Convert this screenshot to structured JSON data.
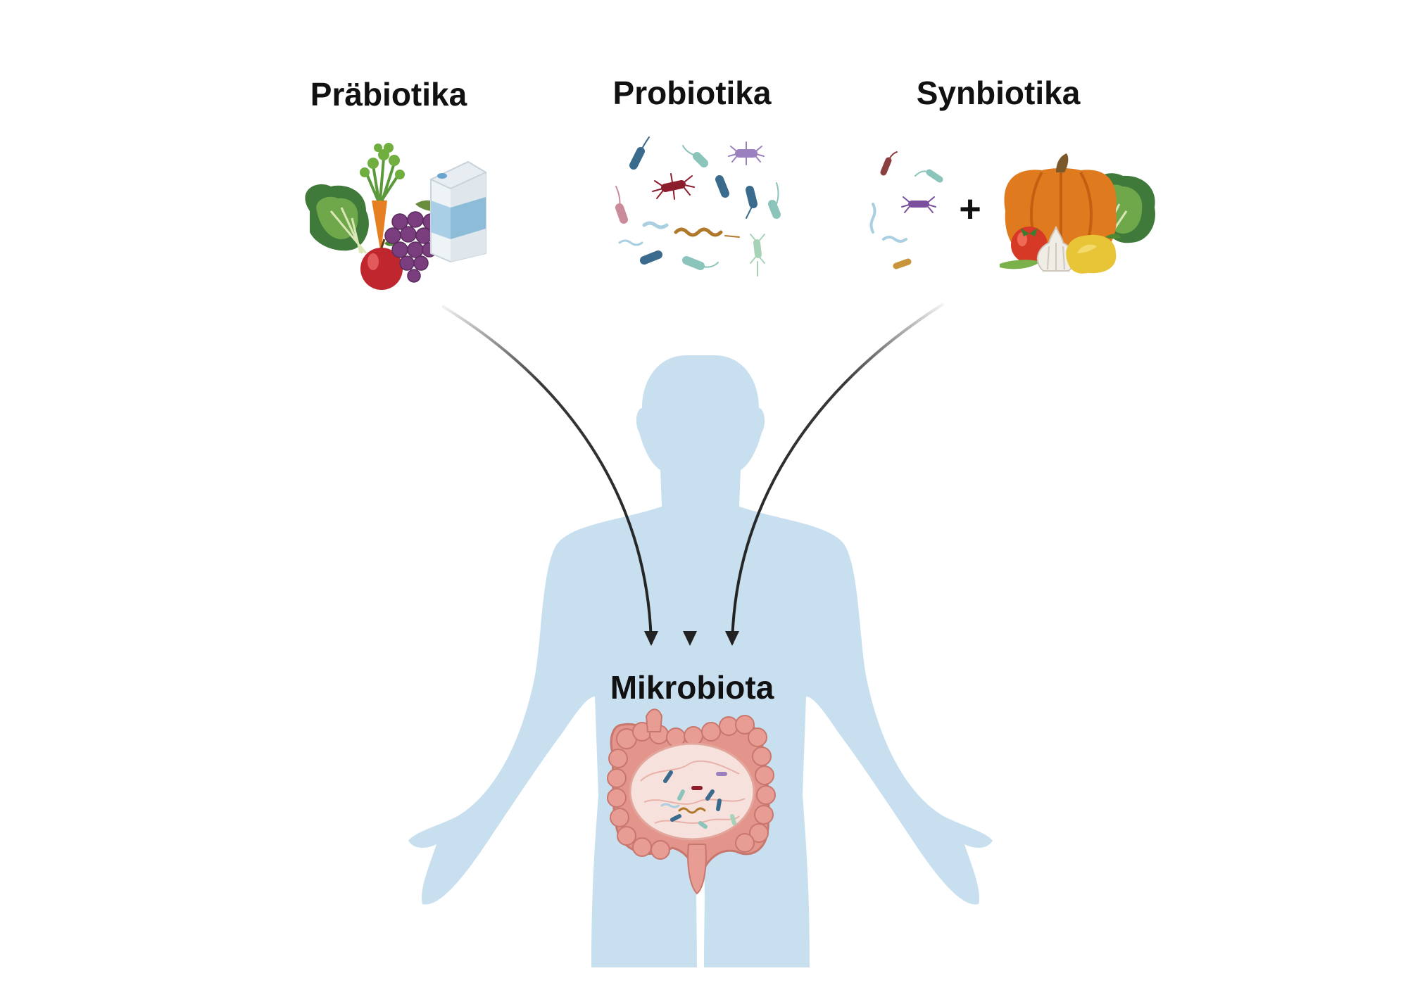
{
  "labels": {
    "prebiotics": "Präbiotika",
    "probiotics": "Probiotika",
    "synbiotics": "Synbiotika",
    "microbiota": "Mikrobiota",
    "plus_sign": "+"
  },
  "colors": {
    "body_silhouette": "#c8dff0",
    "arrow": "#222222",
    "intestine": "#e3958c",
    "intestine_inner": "#f7e1dc"
  },
  "icons": {
    "prebiotics_group": [
      "kale-icon",
      "carrot-icon",
      "apple-icon",
      "grapes-icon",
      "milk-carton-icon"
    ],
    "probiotics_group": [
      "bacteria-icon"
    ],
    "synbiotics_group": [
      "bacteria-icon",
      "pumpkin-icon",
      "tomato-icon",
      "garlic-icon",
      "bell-pepper-icon",
      "kale-icon"
    ],
    "body": [
      "human-silhouette-icon",
      "intestine-icon"
    ]
  }
}
